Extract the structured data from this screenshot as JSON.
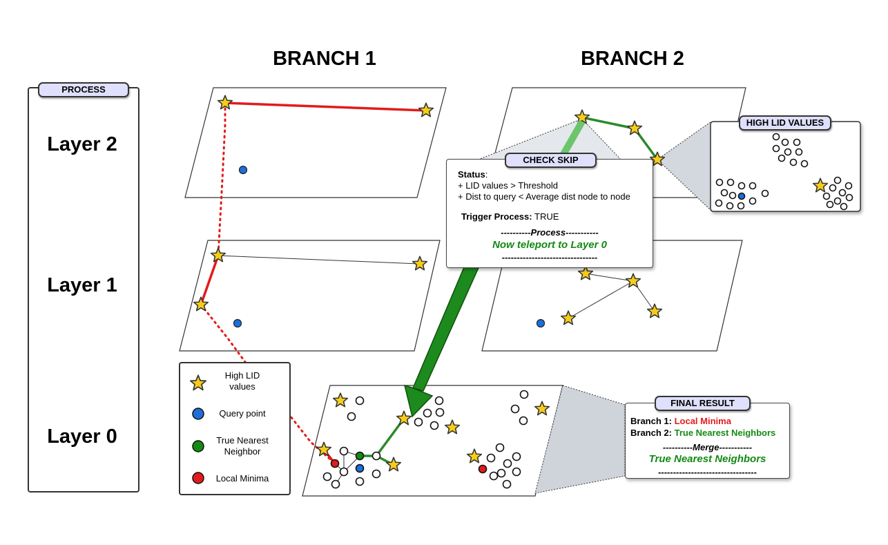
{
  "branches": [
    "BRANCH 1",
    "BRANCH 2"
  ],
  "process": {
    "tag": "PROCESS",
    "layers": [
      "Layer 2",
      "Layer 1",
      "Layer 0"
    ]
  },
  "check_skip": {
    "tag": "CHECK SKIP",
    "status_label": "Status",
    "status_suffix": ":",
    "conditions": [
      "+ LID values > Threshold",
      "+ Dist to query < Average dist node to node"
    ],
    "trigger_label": "Trigger Process:",
    "trigger_value": "TRUE",
    "process_divider": "----------Process-----------",
    "action": "Now teleport to Layer 0",
    "end_divider": "--------------------------------"
  },
  "high_lid": {
    "tag": "HIGH LID VALUES"
  },
  "final_result": {
    "tag": "FINAL RESULT",
    "branch1_label": "Branch 1:",
    "branch1_value": "Local Minima",
    "branch2_label": "Branch 2:",
    "branch2_value": "True Nearest Neighbors",
    "merge_divider": "----------Merge-----------",
    "result": "True Nearest Neighbors",
    "end_divider": "---------------------------------"
  },
  "legend": {
    "items": [
      {
        "label": "High LID values",
        "icon": "star-icon",
        "color": "#f5cc1a"
      },
      {
        "label": "Query point",
        "icon": "blue-dot-icon",
        "color": "#1e6fd9"
      },
      {
        "label": "True Nearest Neighbor",
        "icon": "green-dot-icon",
        "color": "#138a13"
      },
      {
        "label": "Local Minima",
        "icon": "red-dot-icon",
        "color": "#e21b1b"
      }
    ]
  },
  "colors": {
    "red_path": "#e21b1b",
    "green_path": "#2a8a2a",
    "star": "#f5cc1a",
    "query": "#1e6fd9",
    "tag_fill": "#dfe0fb"
  }
}
